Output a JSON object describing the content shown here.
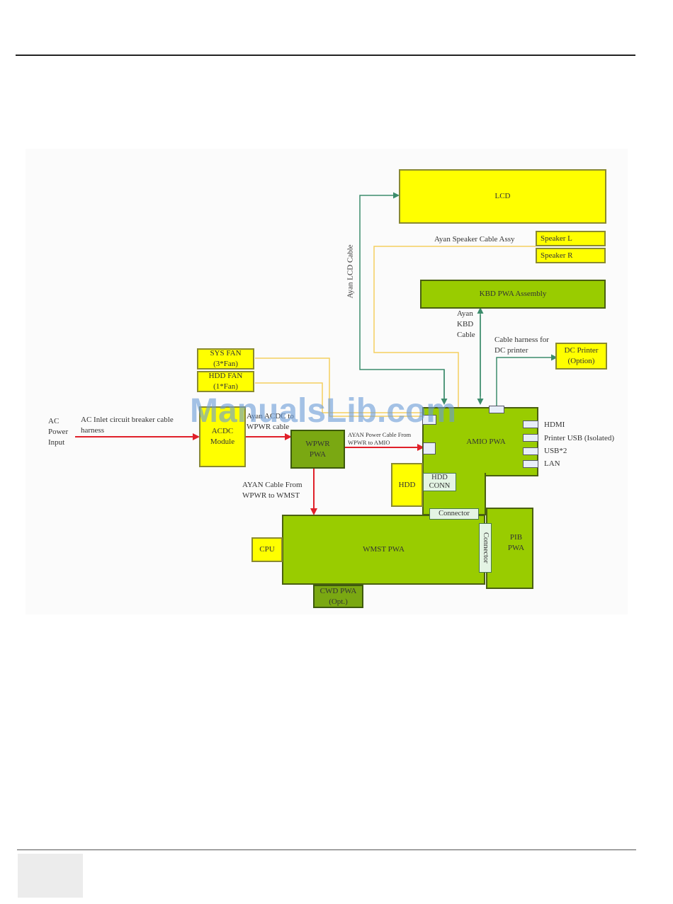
{
  "watermark": "ManualsLib.com",
  "blocks": {
    "lcd": "LCD",
    "speaker_l": "Speaker L",
    "speaker_r": "Speaker R",
    "kbd": "KBD PWA Assembly",
    "dc_printer": "DC Printer\n(Option)",
    "sys_fan": "SYS FAN\n(3*Fan)",
    "hdd_fan": "HDD FAN\n(1*Fan)",
    "acdc": "ACDC\nModule",
    "wpwr": "WPWR\nPWA",
    "amio": "AMIO PWA",
    "hdd": "HDD",
    "hdd_conn": "HDD\nCONN",
    "connector_h": "Connector",
    "connector_v": "Connector",
    "pib": "PIB\nPWA",
    "wmst": "WMST PWA",
    "cpu": "CPU",
    "cwd": "CWD PWA\n(Opt.)"
  },
  "labels": {
    "ac_power_input": "AC\nPower\nInput",
    "ac_inlet_cable": "AC Inlet circuit breaker cable\nharness",
    "acdc_wpwr_cable": "Ayan ACDC to\nWPWR cable",
    "ayan_power_cable": "AYAN Power Cable From\nWPWR to AMIO",
    "ayan_wmst_cable": "AYAN Cable From\nWPWR to WMST",
    "ayan_lcd_cable": "Ayan LCD Cable",
    "ayan_speaker_cable": "Ayan Speaker Cable Assy",
    "ayan_kbd_cable": "Ayan\nKBD\nCable",
    "dc_printer_cable": "Cable harness for\nDC printer",
    "hdmi": "HDMI",
    "printer_usb": "Printer USB (Isolated)",
    "usb2": "USB*2",
    "lan": "LAN"
  },
  "colors": {
    "power_line": "#e0202a",
    "signal_line": "#3c8c6c",
    "fan_line": "#f5d060",
    "yellow_block": "#ffff00",
    "green_block": "#99cc00"
  }
}
